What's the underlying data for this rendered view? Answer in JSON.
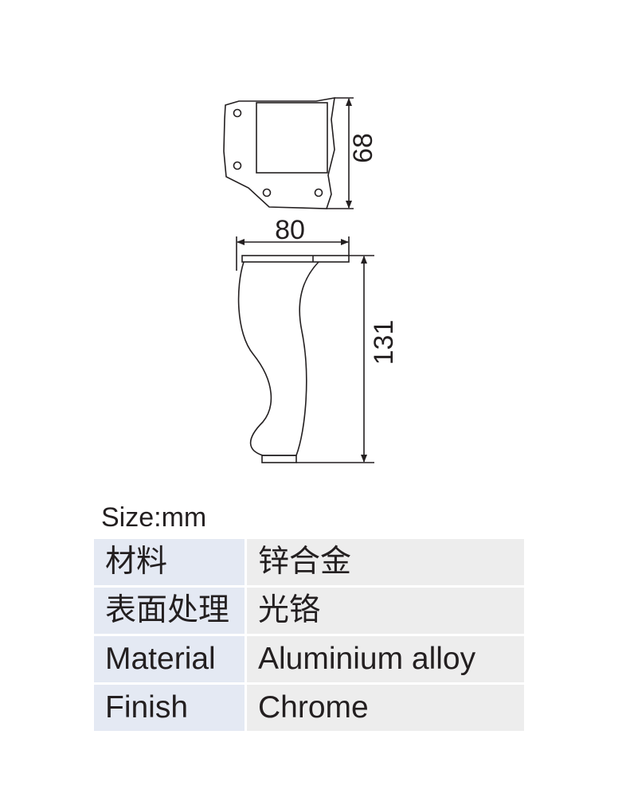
{
  "dimensions": {
    "depth": "68",
    "width": "80",
    "height": "131"
  },
  "size_note": "Size:mm",
  "spec_rows": [
    {
      "label": "材料",
      "value": "锌合金"
    },
    {
      "label": "表面处理",
      "value": "光铬"
    },
    {
      "label": "Material",
      "value": "Aluminium alloy"
    },
    {
      "label": "Finish",
      "value": "Chrome"
    }
  ],
  "colors": {
    "ink": "#231f20",
    "label_cell": "#e4e9f3",
    "value_cell": "#ededed"
  }
}
